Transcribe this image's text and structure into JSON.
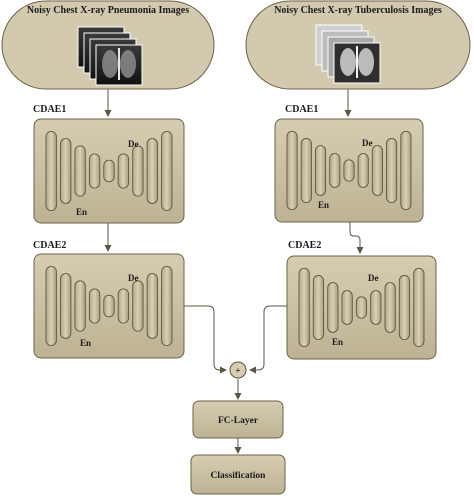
{
  "inputs": {
    "pneumonia_title": "Noisy Chest X-ray Pneumonia Images",
    "tuberculosis_title": "Noisy Chest X-ray Tuberculosis Images"
  },
  "left_branch": {
    "cdae1_label": "CDAE1",
    "cdae2_label": "CDAE2",
    "cdae1_en": "En",
    "cdae1_de": "De",
    "cdae2_en": "En",
    "cdae2_de": "De"
  },
  "right_branch": {
    "cdae1_label": "CDAE1",
    "cdae2_label": "CDAE2",
    "cdae1_en": "En",
    "cdae1_de": "De",
    "cdae2_en": "En",
    "cdae2_de": "De"
  },
  "fusion": {
    "symbol": "+"
  },
  "fc_layer": {
    "label": "FC-Layer"
  },
  "classification": {
    "label": "Classification"
  },
  "colors": {
    "block_fill": "#c8bea2",
    "block_stroke": "#6b6248",
    "pill_fill": "#d2c9ae",
    "arrow": "#5a5443"
  }
}
